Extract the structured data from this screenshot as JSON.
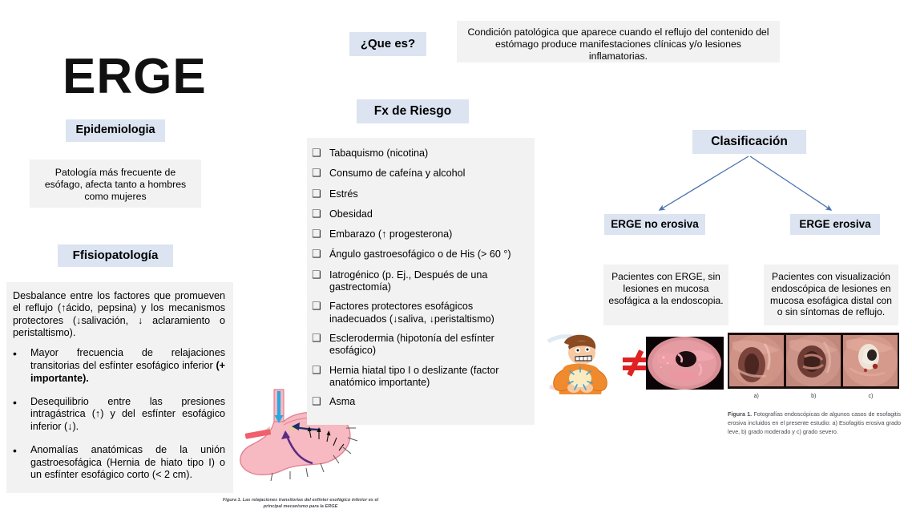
{
  "title": "ERGE",
  "que_es": {
    "header": "¿Que es?",
    "body": "Condición patológica que aparece cuando el reflujo del contenido del estómago produce manifestaciones clínicas y/o lesiones inflamatorias."
  },
  "epidemiologia": {
    "header": "Epidemiologia",
    "body": "Patología más frecuente de esófago, afecta tanto a hombres como mujeres"
  },
  "fisiopatologia": {
    "header": "Ffisiopatología",
    "intro": "Desbalance entre los factores que promueven el reflujo (↑ácido, pepsina) y los mecanismos protectores (↓salivación, ↓ aclaramiento o peristaltismo).",
    "bullets": [
      {
        "text_a": "Mayor frecuencia de relajaciones transitorias del esfínter esofágico inferior ",
        "text_b": "(+ importante)."
      },
      {
        "text_a": "Desequilibrio entre las presiones intragástrica (↑) y del esfínter esofágico inferior (↓).",
        "text_b": ""
      },
      {
        "text_a": "Anomalías anatómicas de la unión gastroesofágica (Hernia de hiato tipo I) o un esfínter esofágico corto (< 2 cm).",
        "text_b": ""
      }
    ],
    "bullet_glyph": "•",
    "figure_caption": "Figura 1. Las relajaciones transitorias del esfínter esofágico inferior es el principal mecanismo para la ERGE"
  },
  "fx_riesgo": {
    "header": "Fx de Riesgo",
    "bullet_glyph": "❑",
    "items": [
      "Tabaquismo (nicotina)",
      "Consumo de cafeína y alcohol",
      "Estrés",
      "Obesidad",
      "Embarazo (↑ progesterona)",
      "Ángulo gastroesofágico o de His (> 60 °)",
      "Iatrogénico (p. Ej., Después de una gastrectomía)",
      "Factores protectores esofágicos inadecuados (↓saliva, ↓peristaltismo)",
      "Esclerodermia (hipotonía del esfínter esofágico)",
      "Hernia hiatal tipo I o deslizante (factor anatómico importante)",
      "Asma"
    ]
  },
  "clasificacion": {
    "header": "Clasificación",
    "branches": [
      {
        "label": "ERGE no erosiva",
        "body": "Pacientes con ERGE, sin lesiones en mucosa esofágica a la endoscopia."
      },
      {
        "label": "ERGE erosiva",
        "body": "Pacientes con visualización endoscópica de lesiones en mucosa esofágica distal con o sin síntomas de reflujo."
      }
    ],
    "not_equal_symbol": "≠",
    "endoscopy_labels": [
      "a)",
      "b)",
      "c)"
    ],
    "endoscopy_caption_lead": "Figura 1.",
    "endoscopy_caption": " Fotografías endoscópicas de algunos casos de esofagitis erosiva incluidos en el presente estudio: a) Esofagitis erosiva grado leve, b) grado moderado y c) grado severo."
  },
  "colors": {
    "chip_blue": "#dce3f1",
    "box_gray": "#f2f2f2",
    "arrow_blue": "#4a73ad",
    "not_equal_red": "#e02222",
    "stomach_pink": "#f4b3bd",
    "title_black": "#111111"
  }
}
